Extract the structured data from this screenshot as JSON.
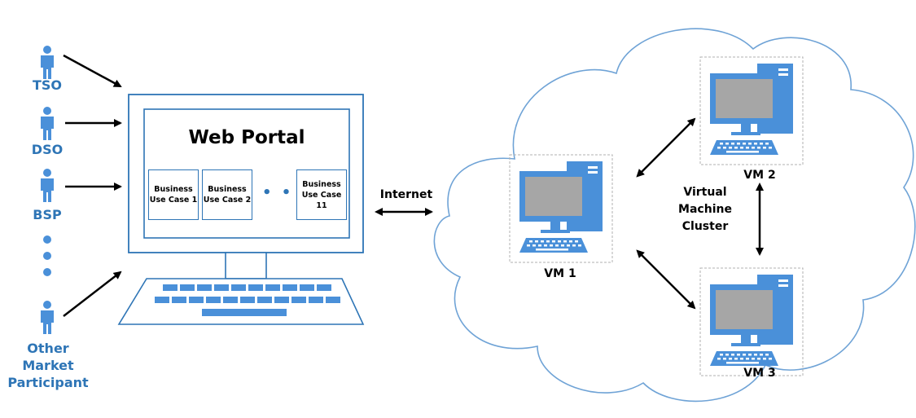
{
  "participants": [
    {
      "label": "TSO"
    },
    {
      "label": "DSO"
    },
    {
      "label": "BSP"
    },
    {
      "label": "Other\nMarket\nParticipant"
    }
  ],
  "portal": {
    "title": "Web Portal",
    "use_cases": [
      "Business\nUse Case 1",
      "Business\nUse Case 2",
      "Business\nUse Case\n11"
    ],
    "ellipsis": "• • •"
  },
  "network": {
    "label": "Internet"
  },
  "cluster": {
    "label": "Virtual\nMachine\nCluster",
    "vms": [
      "VM 1",
      "VM 2",
      "VM 3"
    ]
  },
  "colors": {
    "accent": "#4a90d9",
    "dark_accent": "#2e75b6",
    "cloud_stroke": "#6fa3d6",
    "screen": "#a6a6a6"
  }
}
